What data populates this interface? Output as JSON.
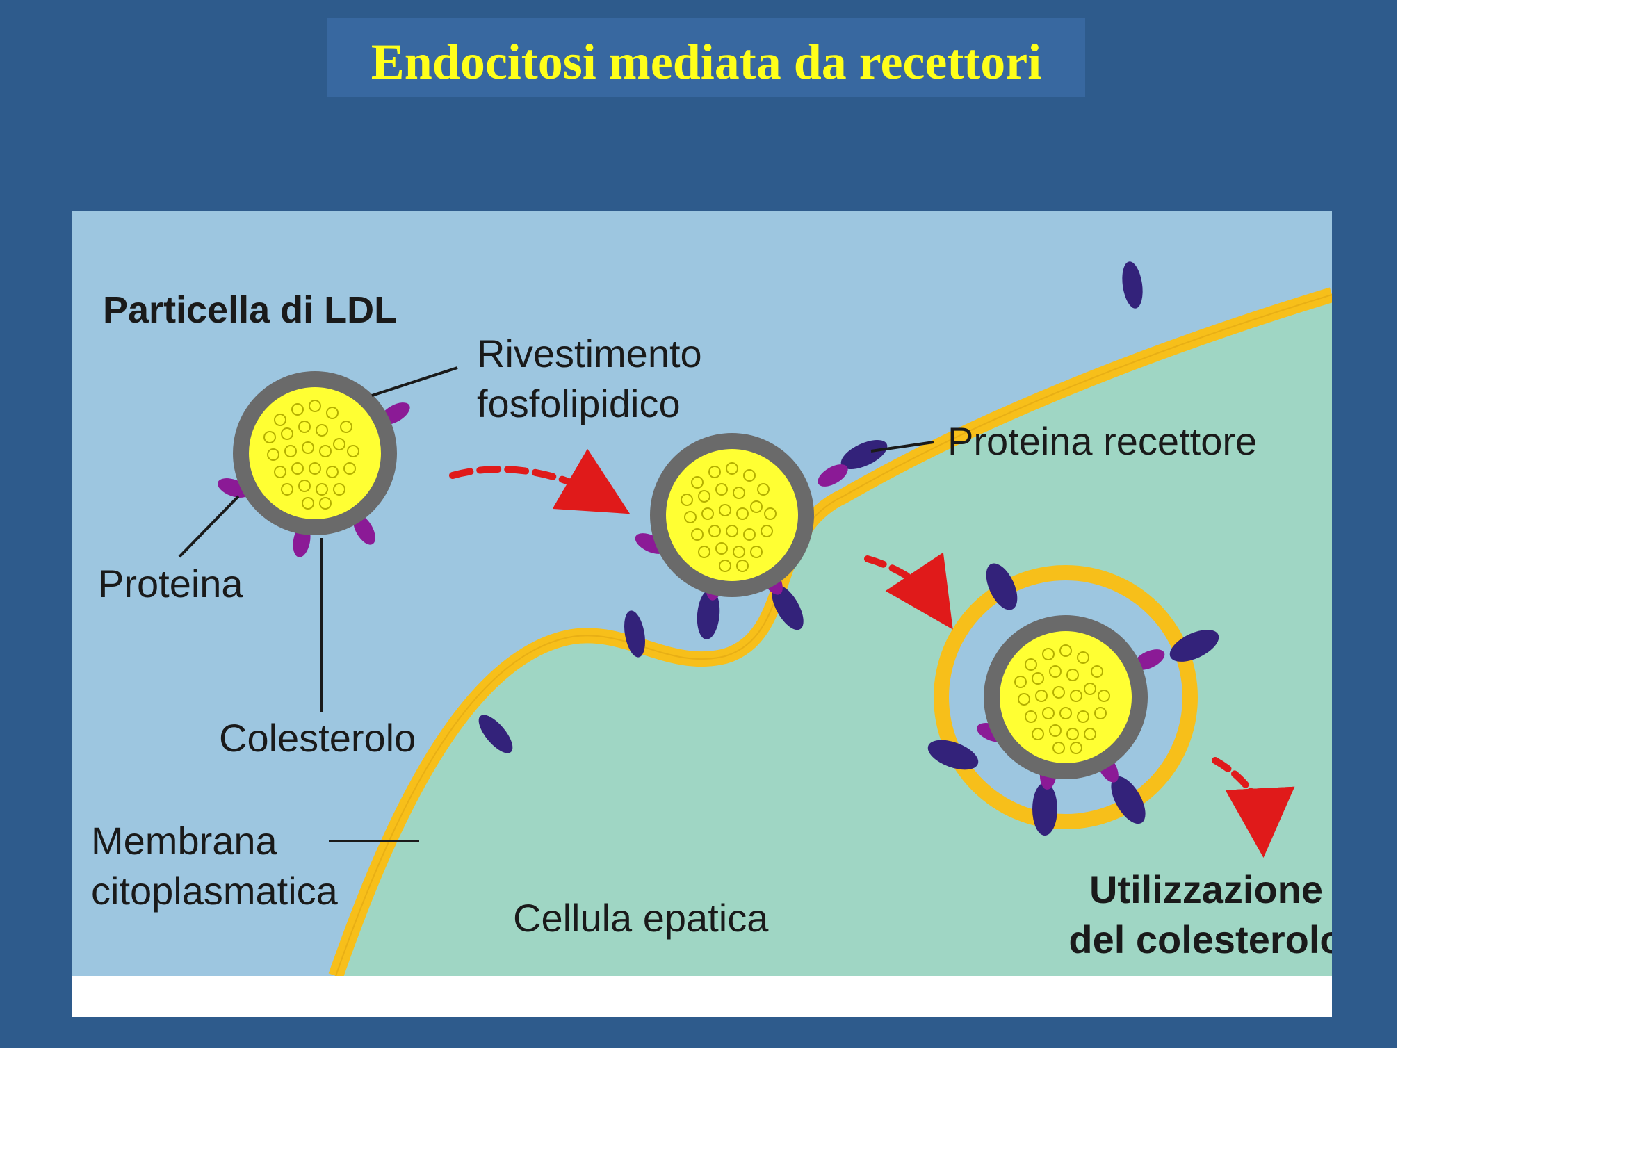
{
  "slide": {
    "title": "Endocitosi mediata da recettori"
  },
  "diagram": {
    "labels": {
      "ldl_particle": "Particella di LDL",
      "phospholipid_coat_1": "Rivestimento",
      "phospholipid_coat_2": "fosfolipidico",
      "protein": "Proteina",
      "cholesterol": "Colesterolo",
      "receptor_protein": "Proteina recettore",
      "membrane_1": "Membrana",
      "membrane_2": "citoplasmatica",
      "liver_cell": "Cellula epatica",
      "utilization_1": "Utilizzazione",
      "utilization_2": "del colesterolo"
    },
    "colors": {
      "slide_background": "#2e5b8c",
      "title_box": "#3868a0",
      "title_text": "#ffff1a",
      "extracellular": "#9dc6e0",
      "cytoplasm": "#9fd6c4",
      "membrane": "#f7bf1a",
      "ldl_core": "#ffff33",
      "ldl_coat": "#6a6a6a",
      "apoprotein": "#8b1a96",
      "receptor": "#33227a",
      "arrow": "#e01a1a"
    }
  }
}
